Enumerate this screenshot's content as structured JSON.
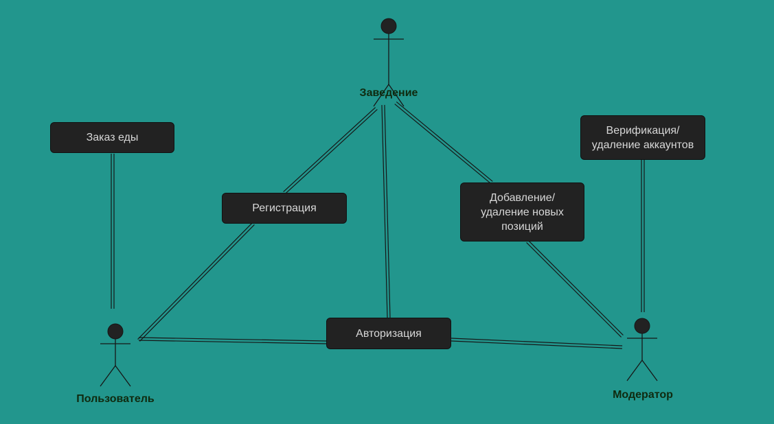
{
  "colors": {
    "background": "#22968D",
    "line": "#161616",
    "box_fill": "#222222",
    "box_text": "#D8D8D8",
    "actor_label": "#0F2A0F"
  },
  "actors": {
    "venue": "Заведение",
    "user": "Пользователь",
    "moderator": "Модератор"
  },
  "use_cases": {
    "food_order": "Заказ еды",
    "registration": "Регистрация",
    "authorization": "Авторизация",
    "add_remove_items": "Добавление/\nудаление новых\nпозиций",
    "verify_delete_accounts": "Верификация/\nудаление аккаунтов"
  }
}
